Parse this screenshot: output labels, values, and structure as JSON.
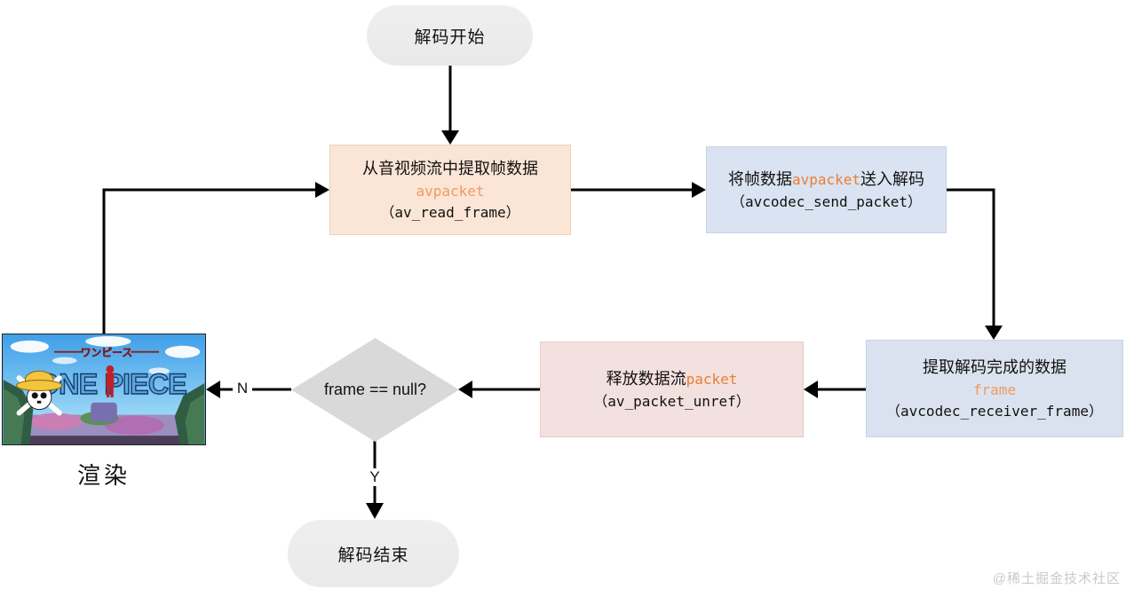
{
  "palette": {
    "highlight_orange": "#ED7D31",
    "highlight_orange_soft": "#F09A5E",
    "box_extract_bg": "#FBE5D6",
    "box_send_bg": "#DAE3F1",
    "box_receive_bg": "#DBE2EF",
    "box_unref_bg": "#F2E1DF",
    "diamond_bg": "#D9D9D9",
    "pill_bg": "#EBEBEB",
    "connector": "#000000"
  },
  "nodes": {
    "start": {
      "label": "解码开始"
    },
    "extract": {
      "line1": "从音视频流中提取帧数据",
      "line2": "avpacket",
      "line3": "（av_read_frame）"
    },
    "send": {
      "line1_pre": "将帧数据",
      "line1_highlight": "avpacket",
      "line1_post": "送入解码",
      "line2": "（avcodec_send_packet）"
    },
    "receive": {
      "line1": "提取解码完成的数据",
      "line2": "frame",
      "line3": "（avcodec_receiver_frame）"
    },
    "unref": {
      "line1_pre": "释放数据流",
      "line1_highlight": "packet",
      "line2": "（av_packet_unref）"
    },
    "decision": {
      "label": "frame == null?"
    },
    "render": {
      "label": "渲染"
    },
    "end": {
      "label": "解码结束"
    }
  },
  "edges": {
    "no_label": "N",
    "yes_label": "Y"
  },
  "frame_image": {
    "title": "ONE PIECE",
    "subtitle": "ワンピース"
  },
  "watermark": "@稀土掘金技术社区"
}
